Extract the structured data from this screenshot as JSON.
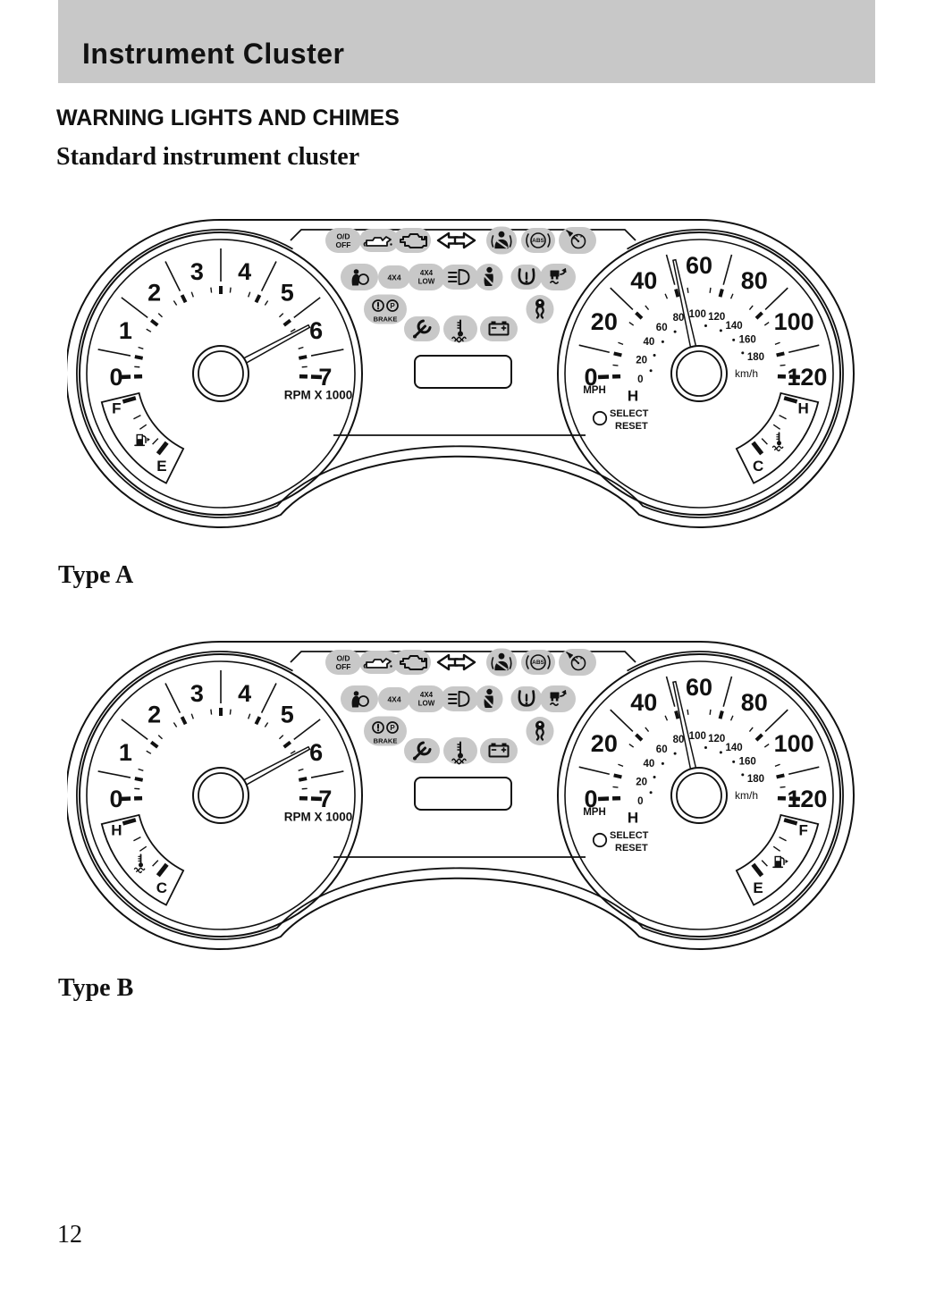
{
  "page": {
    "header_title": "Instrument Cluster",
    "section_heading": "WARNING LIGHTS AND CHIMES",
    "subsection_heading": "Standard instrument cluster",
    "page_number": "12"
  },
  "colors": {
    "ink": "#111111",
    "pill_gray": "#c8c8c8",
    "header_bar_gray": "#c8c8c8",
    "paper": "#ffffff"
  },
  "cluster_common": {
    "tachometer": {
      "numbers": [
        "0",
        "1",
        "2",
        "3",
        "4",
        "5",
        "6",
        "7"
      ],
      "unit_label": "RPM X 1000",
      "min": 0,
      "max": 7,
      "needle_value": 5.85
    },
    "speedometer": {
      "numbers": [
        "0",
        "20",
        "40",
        "60",
        "80",
        "100",
        "120"
      ],
      "unit_label": "MPH",
      "min": 0,
      "max": 120,
      "needle_value": 52,
      "inner_scale": {
        "numbers": [
          "0",
          "20",
          "40",
          "60",
          "80",
          "100",
          "120",
          "140",
          "160",
          "180"
        ],
        "unit_label": "km/h"
      },
      "extra_label": "H"
    },
    "select_reset_button": {
      "line1": "SELECT",
      "line2": "RESET"
    },
    "warning_rows": [
      [
        {
          "name": "od-off-indicator",
          "lines": [
            "O/D",
            "OFF"
          ]
        },
        {
          "name": "oil-pressure-icon"
        },
        {
          "name": "check-engine-icon"
        },
        {
          "name": "turn-signal-left-icon"
        },
        {
          "name": "turn-signal-right-icon"
        },
        {
          "name": "safety-belt-icon"
        },
        {
          "name": "abs-icon",
          "lines": [
            "ABS"
          ]
        },
        {
          "name": "cruise-control-icon"
        }
      ],
      [
        {
          "name": "airbag-icon"
        },
        {
          "name": "four-wheel-drive-indicator",
          "lines": [
            "4X4"
          ]
        },
        {
          "name": "four-wheel-drive-low-indicator",
          "lines": [
            "4X4",
            "LOW"
          ]
        },
        {
          "name": "high-beam-icon"
        },
        {
          "name": "seatbelt-reminder-icon"
        },
        {
          "name": "tire-pressure-warning-icon"
        },
        {
          "name": "stability-control-icon"
        }
      ],
      [
        {
          "name": "brake-warning-indicator",
          "lines": [
            "BRAKE"
          ]
        },
        {
          "name": "anti-theft-icon"
        }
      ],
      [
        {
          "name": "powertrain-wrench-icon"
        },
        {
          "name": "engine-coolant-temp-icon"
        },
        {
          "name": "battery-icon"
        }
      ]
    ]
  },
  "cluster_a": {
    "caption": "Type A",
    "left_subdial": {
      "kind": "fuel",
      "top_label": "F",
      "bottom_label": "E",
      "icon": "fuel-pump-icon"
    },
    "right_subdial": {
      "kind": "temperature",
      "top_label": "H",
      "bottom_label": "C",
      "icon": "coolant-temp-icon"
    }
  },
  "cluster_b": {
    "caption": "Type B",
    "left_subdial": {
      "kind": "temperature",
      "top_label": "H",
      "bottom_label": "C",
      "icon": "coolant-temp-icon"
    },
    "right_subdial": {
      "kind": "fuel",
      "top_label": "F",
      "bottom_label": "E",
      "icon": "fuel-pump-icon"
    }
  }
}
